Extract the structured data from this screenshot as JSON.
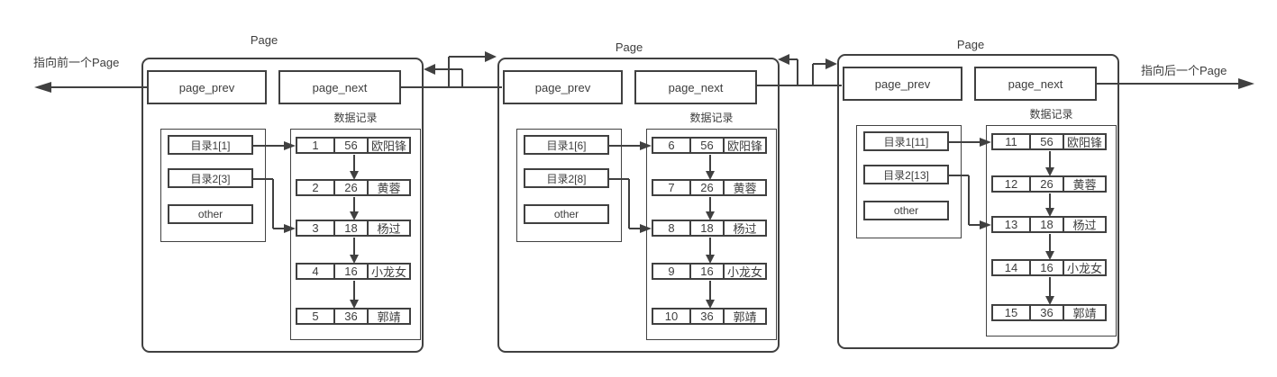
{
  "colors": {
    "line": "#404040",
    "text": "#3d3d3d",
    "background": "#ffffff"
  },
  "left_pointer_label": "指向前一个Page",
  "right_pointer_label": "指向后一个Page",
  "pages": [
    {
      "title": "Page",
      "prev_label": "page_prev",
      "next_label": "page_next",
      "records_title": "数据记录",
      "directory": {
        "dir1": "目录1[1]",
        "dir2": "目录2[3]",
        "other": "other"
      },
      "records": [
        [
          "1",
          "56",
          "欧阳锋"
        ],
        [
          "2",
          "26",
          "黄蓉"
        ],
        [
          "3",
          "18",
          "杨过"
        ],
        [
          "4",
          "16",
          "小龙女"
        ],
        [
          "5",
          "36",
          "郭靖"
        ]
      ]
    },
    {
      "title": "Page",
      "prev_label": "page_prev",
      "next_label": "page_next",
      "records_title": "数据记录",
      "directory": {
        "dir1": "目录1[6]",
        "dir2": "目录2[8]",
        "other": "other"
      },
      "records": [
        [
          "6",
          "56",
          "欧阳锋"
        ],
        [
          "7",
          "26",
          "黄蓉"
        ],
        [
          "8",
          "18",
          "杨过"
        ],
        [
          "9",
          "16",
          "小龙女"
        ],
        [
          "10",
          "36",
          "郭靖"
        ]
      ]
    },
    {
      "title": "Page",
      "prev_label": "page_prev",
      "next_label": "page_next",
      "records_title": "数据记录",
      "directory": {
        "dir1": "目录1[11]",
        "dir2": "目录2[13]",
        "other": "other"
      },
      "records": [
        [
          "11",
          "56",
          "欧阳锋"
        ],
        [
          "12",
          "26",
          "黄蓉"
        ],
        [
          "13",
          "18",
          "杨过"
        ],
        [
          "14",
          "16",
          "小龙女"
        ],
        [
          "15",
          "36",
          "郭靖"
        ]
      ]
    }
  ]
}
